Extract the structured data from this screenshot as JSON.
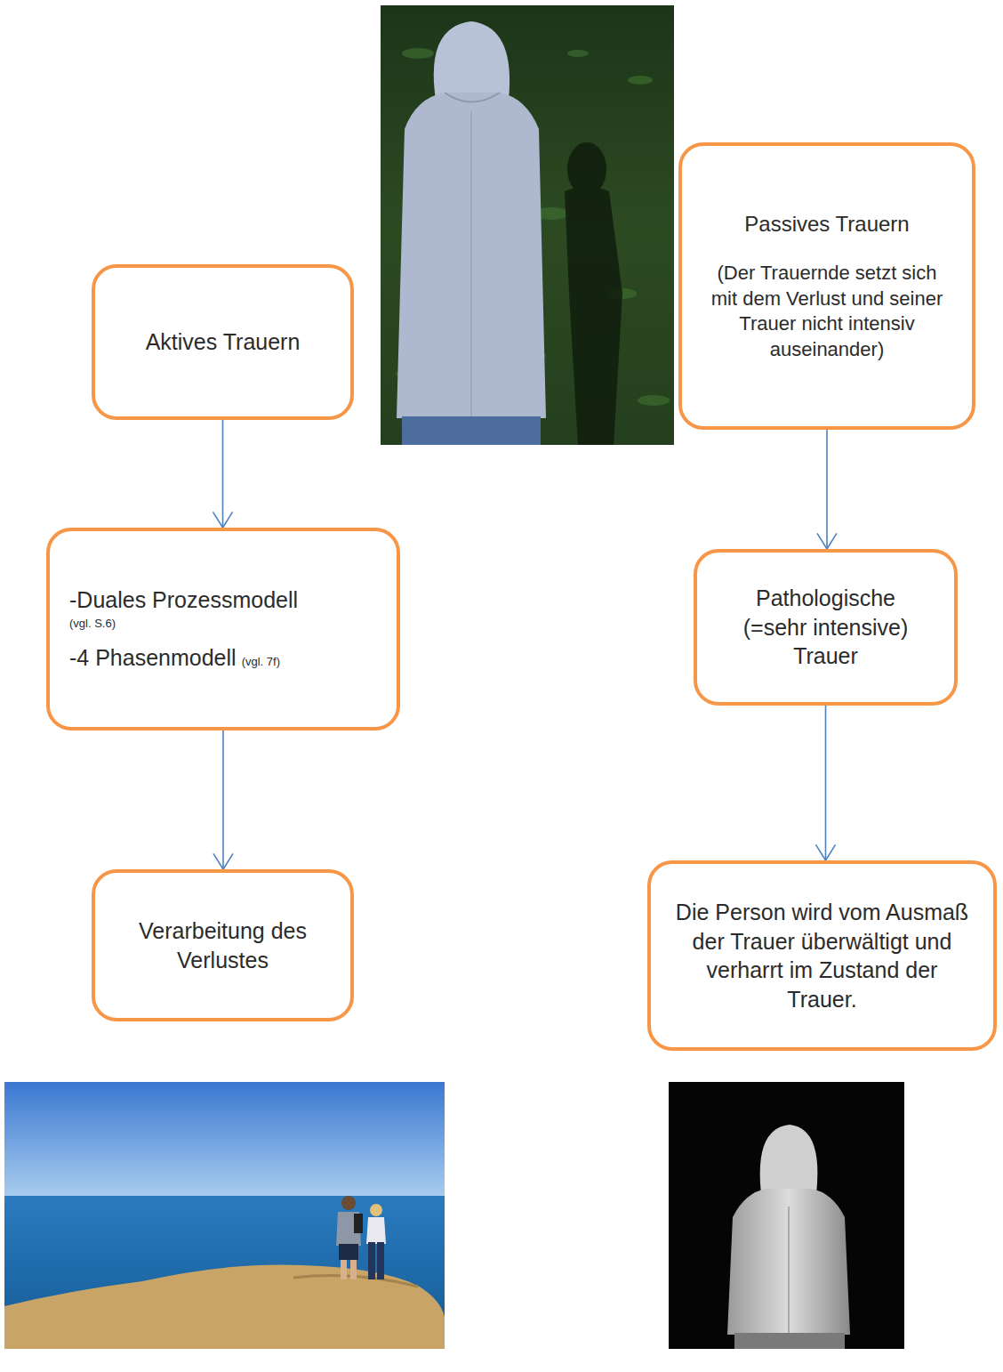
{
  "diagram": {
    "nodes": [
      {
        "text": [
          "Aktives Trauern"
        ]
      },
      {
        "text": [
          "Passives Trauern",
          "(Der Trauernde setzt sich mit dem Verlust und seiner Trauer nicht intensiv auseinander)"
        ]
      },
      {
        "text": [
          "-Duales Prozessmodell",
          "(vgl. S.6)",
          "-4 Phasenmodell",
          "(vgl. 7f)"
        ]
      },
      {
        "text": [
          "Pathologische (=sehr intensive) Trauer"
        ]
      },
      {
        "text": [
          "Verarbeitung des Verlustes"
        ]
      },
      {
        "text": [
          "Die Person wird vom Ausmaß der Trauer überwältigt und verharrt im Zustand der Trauer."
        ]
      }
    ],
    "edges": [
      {
        "from": 0,
        "to": 2,
        "arrow": "to"
      },
      {
        "from": 2,
        "to": 4,
        "arrow": "to"
      },
      {
        "from": 1,
        "to": 3,
        "arrow": "to"
      },
      {
        "from": 3,
        "to": 5,
        "arrow": "to"
      }
    ]
  }
}
